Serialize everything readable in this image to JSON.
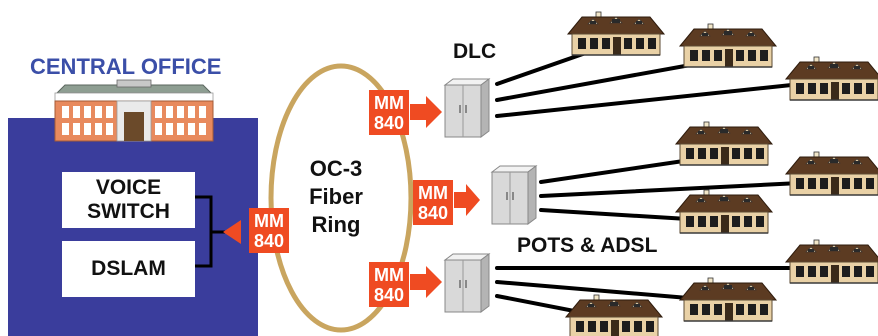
{
  "central_office": {
    "title": "CENTRAL OFFICE"
  },
  "equipment": {
    "voice_switch": [
      "VOICE",
      "SWITCH"
    ],
    "dslam": "DSLAM"
  },
  "ring": {
    "lines": [
      "OC-3",
      "Fiber",
      "Ring"
    ]
  },
  "mux": {
    "line1": "MM",
    "line2": "840"
  },
  "dlc": {
    "label": "DLC"
  },
  "service": {
    "label": "POTS & ADSL"
  },
  "colors": {
    "central_office_bg": "#3a3d9c",
    "central_office_title": "#3b4fa8",
    "ring": "#c9a55f",
    "mux": "#ef4b22",
    "cabinet": "#d9d9d9",
    "house_wall": "#e9d1a6",
    "house_roof": "#5c3b22",
    "building_brick": "#e88a5e"
  }
}
